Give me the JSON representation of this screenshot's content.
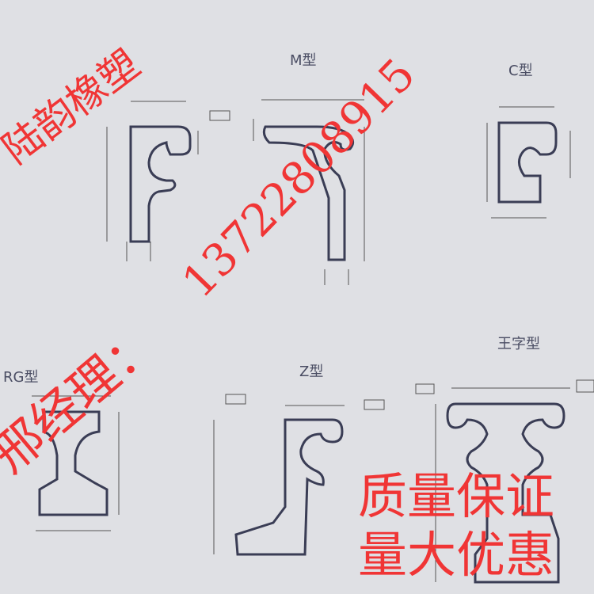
{
  "profiles": [
    {
      "label": "M型"
    },
    {
      "label": "C型"
    },
    {
      "label": "RG型"
    },
    {
      "label": "Z型"
    },
    {
      "label": "王字型"
    }
  ],
  "overlay": {
    "brand": "陆韵橡塑",
    "phone": "13722808915",
    "contact": "邢经理：",
    "slogan1": "质量保证",
    "slogan2": "量大优惠"
  },
  "colors": {
    "overlay_text": "#f03535",
    "line": "#3a3d55",
    "background": "#dfe0e4"
  }
}
